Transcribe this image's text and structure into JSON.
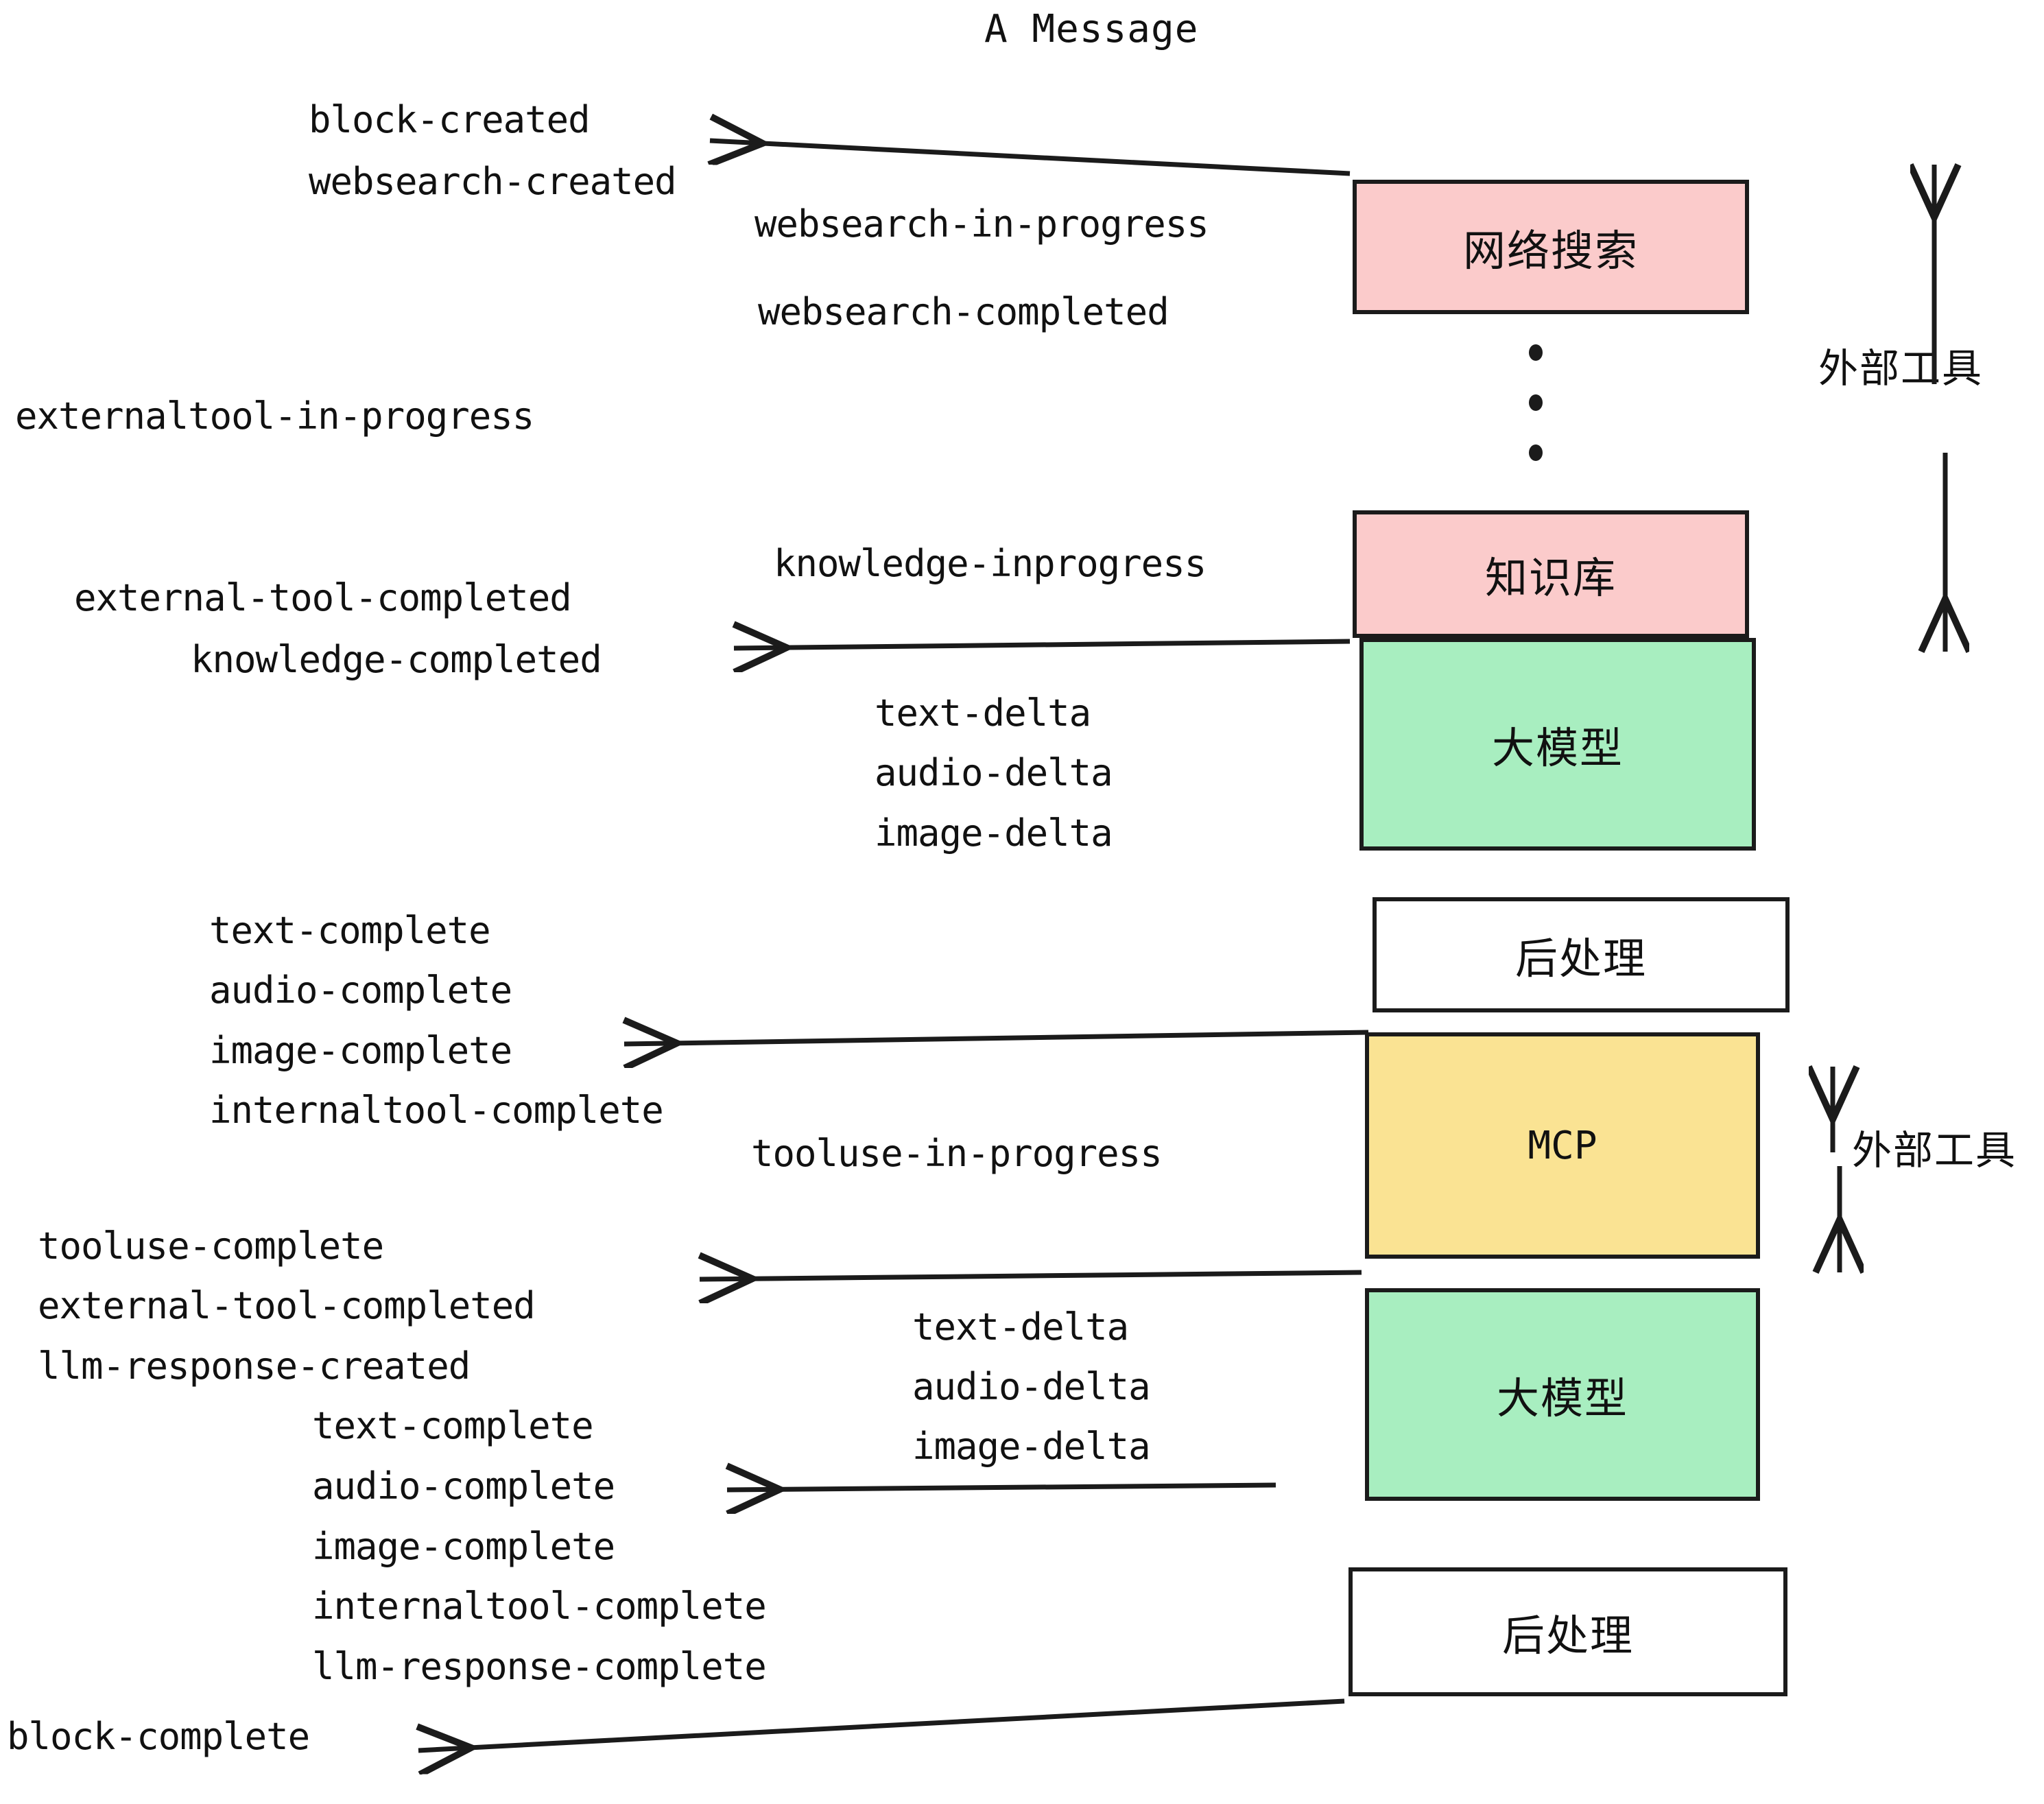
{
  "title": "A Message",
  "events": {
    "block_created": "block-created",
    "websearch_created": "websearch-created",
    "websearch_in_progress": "websearch-in-progress",
    "websearch_completed": "websearch-completed",
    "externaltool_in_progress": "externaltool-in-progress",
    "knowledge_inprogress": "knowledge-inprogress",
    "external_tool_completed_1": "external-tool-completed",
    "knowledge_completed": "knowledge-completed",
    "text_delta_1": "text-delta",
    "audio_delta_1": "audio-delta",
    "image_delta_1": "image-delta",
    "text_complete_1": "text-complete",
    "audio_complete_1": "audio-complete",
    "image_complete_1": "image-complete",
    "internaltool_complete_1": "internaltool-complete",
    "tooluse_in_progress": "tooluse-in-progress",
    "tooluse_complete": "tooluse-complete",
    "external_tool_completed_2": "external-tool-completed",
    "llm_response_created": "llm-response-created",
    "text_delta_2": "text-delta",
    "audio_delta_2": "audio-delta",
    "image_delta_2": "image-delta",
    "text_complete_2": "text-complete",
    "audio_complete_2": "audio-complete",
    "image_complete_2": "image-complete",
    "internaltool_complete_2": "internaltool-complete",
    "llm_response_complete": "llm-response-complete",
    "block_complete": "block-complete"
  },
  "boxes": {
    "websearch": {
      "label": "网络搜索",
      "color": "#fbcbcb"
    },
    "knowledge": {
      "label": "知识库",
      "color": "#fbcbcb"
    },
    "llm_1": {
      "label": "大模型",
      "color": "#a8eec0"
    },
    "postprocess_1": {
      "label": "后处理",
      "color": "#ffffff"
    },
    "mcp": {
      "label": "MCP",
      "color": "#fae393"
    },
    "llm_2": {
      "label": "大模型",
      "color": "#a8eec0"
    },
    "postprocess_2": {
      "label": "后处理",
      "color": "#ffffff"
    }
  },
  "groups": {
    "external_tools_top": "外部工具",
    "external_tools_bottom": "外部工具"
  },
  "colors": {
    "pink": "#fbcbcb",
    "green": "#a8eec0",
    "yellow": "#fae393",
    "white": "#ffffff",
    "stroke": "#1b1b1b",
    "text": "#111111"
  }
}
